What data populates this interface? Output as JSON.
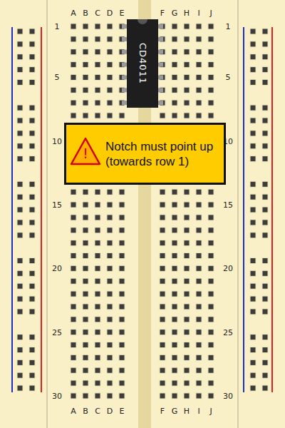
{
  "diagram": {
    "nodes": [
      {
        "text": [
          "CD4011"
        ]
      },
      {
        "text": [
          "Notch must point up (towards row 1)"
        ]
      },
      {
        "text": [
          "!"
        ],
        "in": 1
      }
    ],
    "labels": [
      "A",
      "B",
      "C",
      "D",
      "E",
      "F",
      "G",
      "H",
      "I",
      "J",
      "1",
      "1",
      "5",
      "5",
      "10",
      "10",
      "15",
      "15",
      "20",
      "20",
      "25",
      "25",
      "30",
      "30",
      "A",
      "B",
      "C",
      "D",
      "E",
      "F",
      "G",
      "H",
      "I",
      "J"
    ]
  }
}
